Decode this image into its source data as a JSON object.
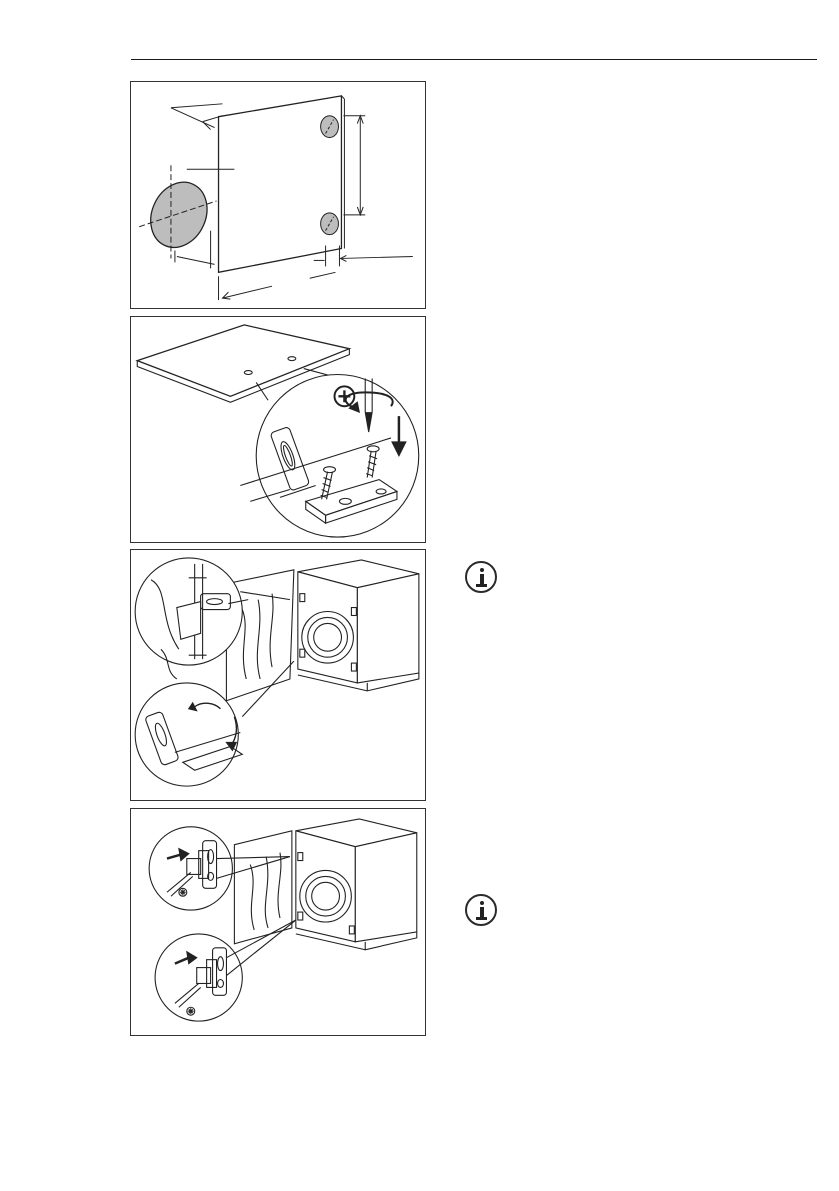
{
  "page": {
    "background": "#ffffff",
    "line_color": "#1a1a1a"
  },
  "figures": [
    {
      "id": "fig-door-panel",
      "icon": "door-panel-dimension-drawing"
    },
    {
      "id": "fig-hinge-mounting",
      "icon": "hinge-screw-mounting-drawing"
    },
    {
      "id": "fig-hinge-alignment",
      "icon": "hinge-alignment-drawing"
    },
    {
      "id": "fig-hinge-adjust",
      "icon": "hinge-adjustment-drawing"
    }
  ],
  "notes": [
    {
      "icon": "info-icon"
    },
    {
      "icon": "info-icon"
    }
  ]
}
